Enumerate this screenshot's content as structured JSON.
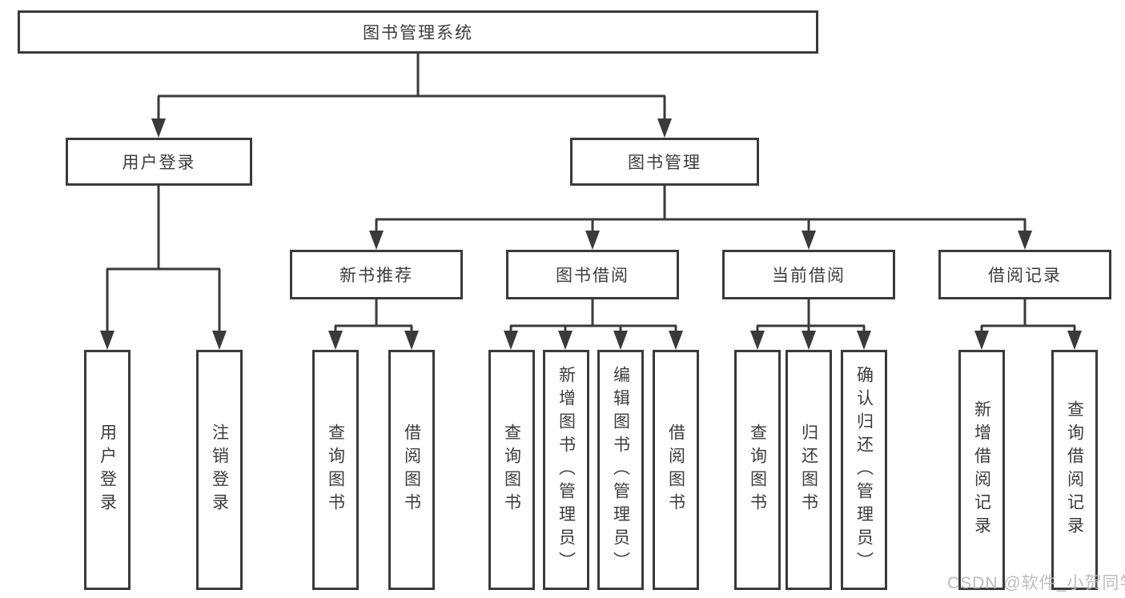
{
  "nodes": {
    "root": "图书管理系统",
    "level2": [
      {
        "label": "用户登录"
      },
      {
        "label": "图书管理"
      }
    ],
    "level3": [
      {
        "label": "新书推荐"
      },
      {
        "label": "图书借阅"
      },
      {
        "label": "当前借阅"
      },
      {
        "label": "借阅记录"
      }
    ],
    "leaves": [
      {
        "label": "用户登录"
      },
      {
        "label": "注销登录"
      },
      {
        "label": "查询图书"
      },
      {
        "label": "借阅图书"
      },
      {
        "label": "查询图书"
      },
      {
        "label": "新增图书（管理员）"
      },
      {
        "label": "编辑图书（管理员）"
      },
      {
        "label": "借阅图书"
      },
      {
        "label": "查询图书"
      },
      {
        "label": "归还图书"
      },
      {
        "label": "确认归还（管理员）"
      },
      {
        "label": "新增借阅记录"
      },
      {
        "label": "查询借阅记录"
      }
    ]
  },
  "hierarchy": {
    "图书管理系统": [
      "用户登录",
      "图书管理"
    ],
    "用户登录": [
      "用户登录",
      "注销登录"
    ],
    "图书管理": [
      "新书推荐",
      "图书借阅",
      "当前借阅",
      "借阅记录"
    ],
    "新书推荐": [
      "查询图书",
      "借阅图书"
    ],
    "图书借阅": [
      "查询图书",
      "新增图书（管理员）",
      "编辑图书（管理员）",
      "借阅图书"
    ],
    "当前借阅": [
      "查询图书",
      "归还图书",
      "确认归还（管理员）"
    ],
    "借阅记录": [
      "新增借阅记录",
      "查询借阅记录"
    ]
  },
  "watermark": {
    "text": "CSDN @软件_小贺同学",
    "color": "#b9b9b9"
  },
  "colors": {
    "line": "#3a3a3a",
    "box_border": "#3a3a3a",
    "text": "#3c3c3c",
    "background": "#ffffff"
  }
}
